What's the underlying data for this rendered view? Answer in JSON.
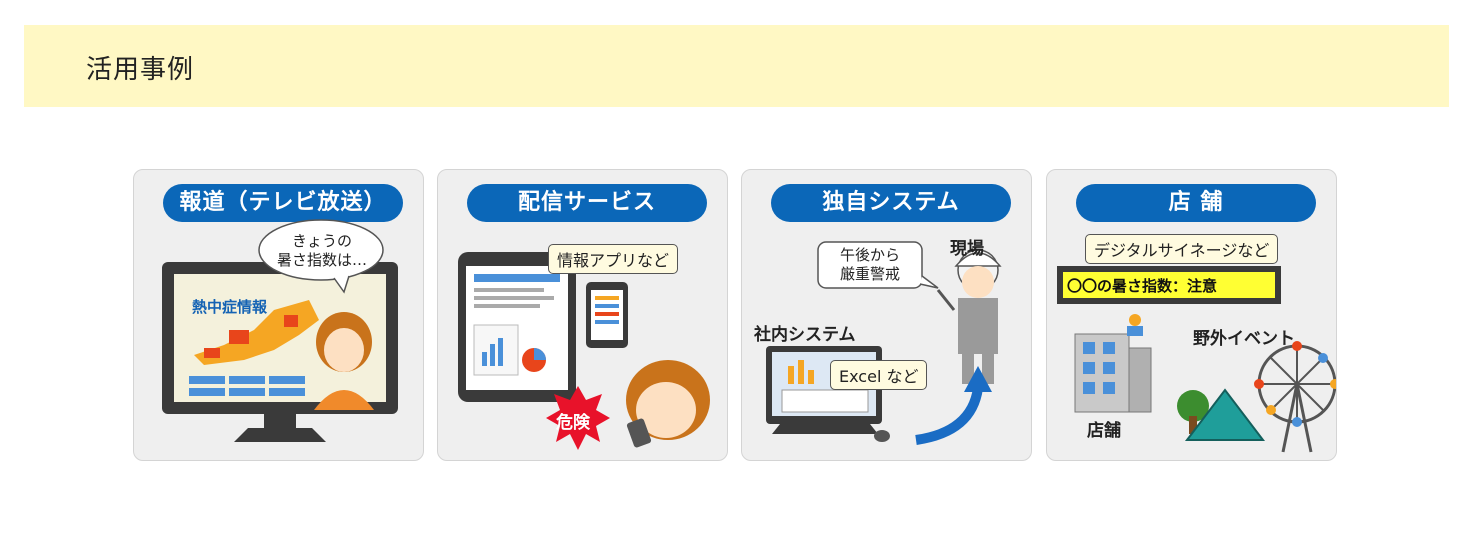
{
  "header": {
    "title": "活用事例"
  },
  "panels": [
    {
      "title": "報道（テレビ放送）",
      "speech": "きょうの\n暑さ指数は…",
      "screen_text": "熱中症情報"
    },
    {
      "title": "配信サービス",
      "callout": "情報アプリなど",
      "badge": "危険"
    },
    {
      "title": "独自システム",
      "speech": "午後から\n厳重警戒",
      "site_label": "現場",
      "system_label": "社内システム",
      "callout": "Excel など"
    },
    {
      "title": "店 舗",
      "callout": "デジタルサイネージなど",
      "signage_text": "〇〇の暑さ指数：注意",
      "event_label": "野外イベント",
      "store_label": "店舗"
    }
  ],
  "colors": {
    "pill": "#0b67b8",
    "header_band": "#fff8c4",
    "signage_bg": "#ffff33",
    "badge": "#e8122a"
  }
}
